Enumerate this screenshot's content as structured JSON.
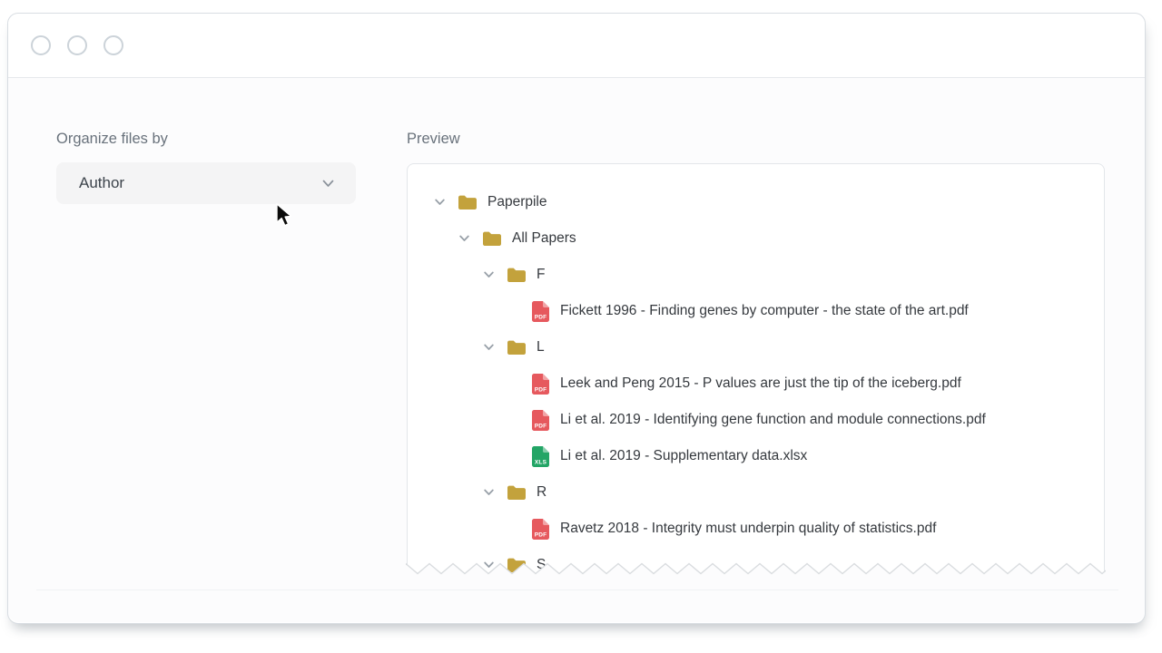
{
  "window": {
    "controls": [
      "window-control-1",
      "window-control-2",
      "window-control-3"
    ]
  },
  "left_panel": {
    "label": "Organize files by",
    "dropdown": {
      "value": "Author",
      "icon": "chevron-down-icon"
    }
  },
  "preview": {
    "label": "Preview",
    "tree": [
      {
        "type": "folder",
        "level": 0,
        "label": "Paperpile",
        "expanded": true
      },
      {
        "type": "folder",
        "level": 1,
        "label": "All Papers",
        "expanded": true
      },
      {
        "type": "folder",
        "level": 2,
        "label": "F",
        "expanded": true
      },
      {
        "type": "file",
        "level": 3,
        "icon": "pdf",
        "label": "Fickett 1996 - Finding genes by computer - the state of the art.pdf"
      },
      {
        "type": "folder",
        "level": 2,
        "label": "L",
        "expanded": true
      },
      {
        "type": "file",
        "level": 3,
        "icon": "pdf",
        "label": "Leek and Peng 2015 - P values are just the tip of the iceberg.pdf"
      },
      {
        "type": "file",
        "level": 3,
        "icon": "pdf",
        "label": "Li et al. 2019 - Identifying gene function and module connections.pdf"
      },
      {
        "type": "file",
        "level": 3,
        "icon": "xls",
        "label": "Li et al. 2019 - Supplementary data.xlsx"
      },
      {
        "type": "folder",
        "level": 2,
        "label": "R",
        "expanded": true
      },
      {
        "type": "file",
        "level": 3,
        "icon": "pdf",
        "label": "Ravetz 2018 - Integrity must underpin quality of statistics.pdf"
      },
      {
        "type": "folder",
        "level": 2,
        "label": "S",
        "expanded": true,
        "clipped": true
      }
    ]
  },
  "badges": {
    "pdf": "PDF",
    "xls": "XLS"
  },
  "icons": {
    "expand": "chevron-down-icon",
    "folder": "folder-icon",
    "pdf": "pdf-file-icon",
    "xls": "xls-file-icon",
    "pointer": "arrow-cursor"
  },
  "colors": {
    "folder": "#c3a23c",
    "pdf_badge": "#e6595e",
    "xls_badge": "#23a566",
    "tree_text": "#35393e",
    "label_gray": "#69727c"
  }
}
